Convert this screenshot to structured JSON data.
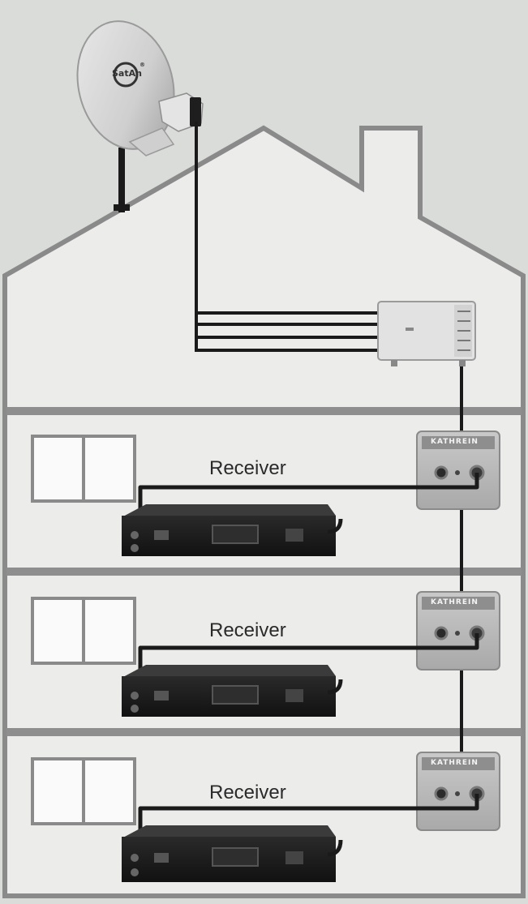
{
  "dish": {
    "logo_text": "SatAn",
    "logo_mark": "®"
  },
  "floors": [
    {
      "receiver_label": "Receiver",
      "socket_brand": "KATHREIN"
    },
    {
      "receiver_label": "Receiver",
      "socket_brand": "KATHREIN"
    },
    {
      "receiver_label": "Receiver",
      "socket_brand": "KATHREIN"
    }
  ],
  "colors": {
    "sky": "#d9dcd8",
    "house_wall": "#ececeb",
    "house_outline": "#8a8a8a",
    "cable": "#1a1a1a",
    "receiver": "#1b1b1b",
    "socket": "#b9b9b9",
    "multiswitch": "#e2e2e2"
  }
}
